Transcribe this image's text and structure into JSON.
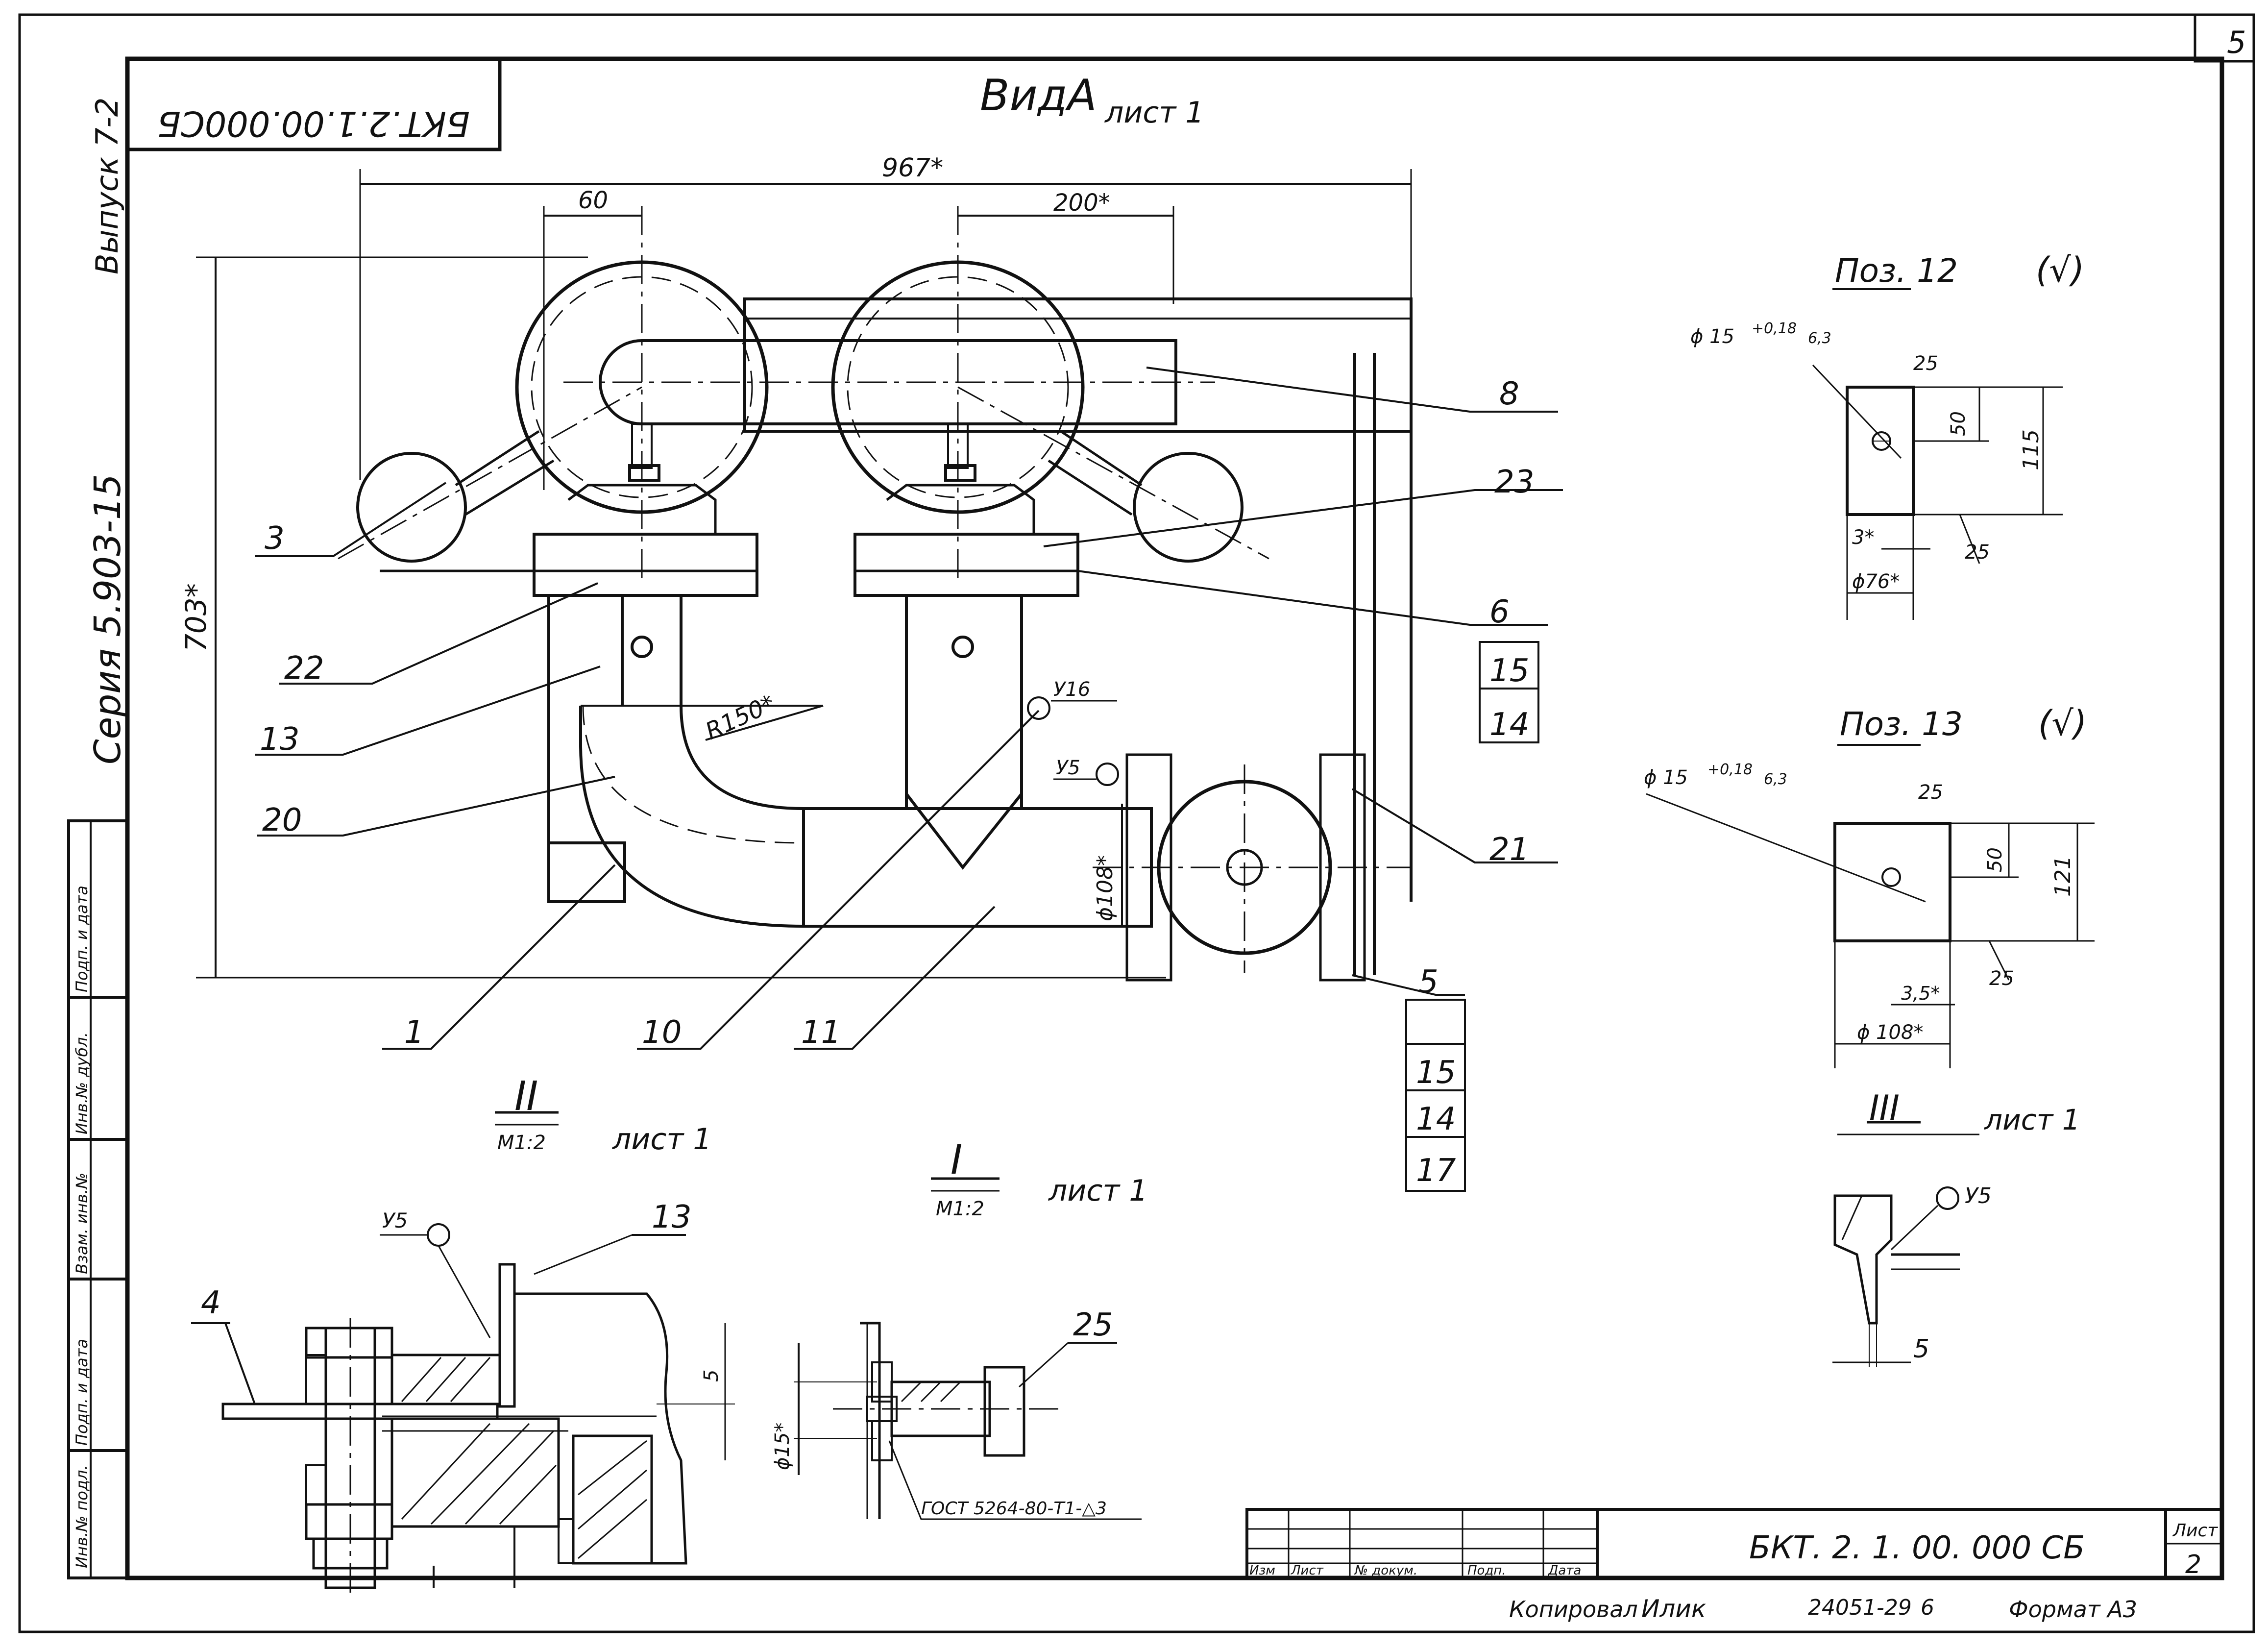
{
  "sheet_corner": "5",
  "designation_stamp": "БКТ.2.1.00.000СБ",
  "side": {
    "issue": "Выпуск 7-2",
    "series": "Серия 5.903-15",
    "strip": [
      "Инв.№ подл.",
      "Подп. и дата",
      "Взам. инв.№",
      "Инв.№ дубл.",
      "Подп. и дата"
    ]
  },
  "view_a": {
    "title": "ВидА",
    "sheet": "лист 1"
  },
  "dims": {
    "total": "967*",
    "d60": "60",
    "d200": "200*",
    "h703": "703*",
    "r150": "R150*",
    "phi108": "ϕ108*",
    "weld16": "У16",
    "weld5": "У5"
  },
  "callouts_left": [
    "3",
    "22",
    "13",
    "20",
    "1",
    "10",
    "11"
  ],
  "callouts_right": [
    "8",
    "23",
    "6",
    "21",
    "5"
  ],
  "callouts_right_small_a": [
    "15",
    "14"
  ],
  "callouts_right_small_b": [
    "15",
    "14",
    "17"
  ],
  "pos12": {
    "title": "Поз. 12",
    "rough": "(√)",
    "hole": "ϕ 15",
    "tol": "+0,18",
    "ra": "6,3",
    "r25a": "25",
    "h50": "50",
    "h115": "115",
    "s3": "3*",
    "r25b": "25",
    "phi": "ϕ76*"
  },
  "pos13": {
    "title": "Поз. 13",
    "rough": "(√)",
    "hole": "ϕ 15",
    "tol": "+0,18",
    "ra": "6,3",
    "r25a": "25",
    "h50": "50",
    "h121": "121",
    "s35": "3,5*",
    "r25b": "25",
    "phi": "ϕ 108*"
  },
  "section_iii": {
    "label": "III",
    "sheet": "лист 1",
    "weld": "У5",
    "thk": "5"
  },
  "section_ii": {
    "label": "II",
    "scale": "М1:2",
    "sheet": "лист 1",
    "weld": "У5",
    "part13": "13",
    "part4": "4",
    "gap": "5"
  },
  "section_i": {
    "label": "I",
    "scale": "М1:2",
    "sheet": "лист 1",
    "part25": "25",
    "phi15": "ϕ15*",
    "gost": "ГОСТ 5264-80-Т1-△3"
  },
  "title_block": {
    "headers": [
      "Изм",
      "Лист",
      "№ докум.",
      "Подп.",
      "Дата"
    ],
    "designation": "БКТ. 2. 1. 00. 000 СБ",
    "sheet_label": "Лист",
    "sheet_no": "2"
  },
  "footer": {
    "copied": "Копировал",
    "signature": "Илик",
    "code": "24051-29",
    "num": "6",
    "format": "Формат А3"
  }
}
